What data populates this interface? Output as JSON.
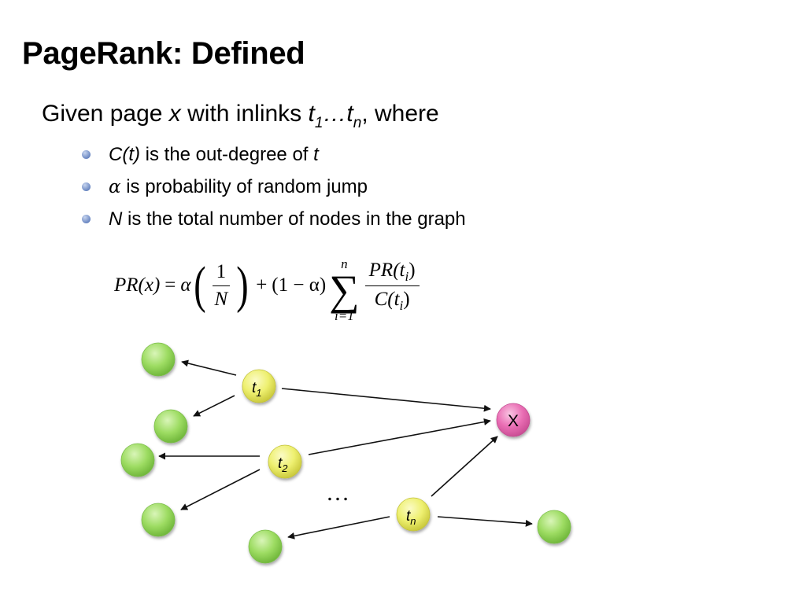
{
  "title": "PageRank: Defined",
  "intro": {
    "prefix": "Given page ",
    "page_var": "x",
    "mid": " with inlinks ",
    "t1": "t",
    "t1_sub": "1",
    "ellipsis": "…",
    "tn": "t",
    "tn_sub": "n",
    "suffix": ", where"
  },
  "bullets": [
    {
      "var": "C(t)",
      "text": " is the out-degree of ",
      "var2": "t"
    },
    {
      "var": "α",
      "text": " is probability of random jump"
    },
    {
      "var": "N",
      "text": " is the total number of nodes in the graph"
    }
  ],
  "formula": {
    "lhs": "PR(x)",
    "eq": "=",
    "alpha": "α",
    "lparen": "(",
    "frac1_num": "1",
    "frac1_den": "N",
    "rparen": ")",
    "plus": "+",
    "one_minus_alpha": "(1 − α)",
    "sum_symbol": "∑",
    "sum_upper": "n",
    "sum_lower": "i=1",
    "frac2_num": "PR(t",
    "frac2_num_sub": "i",
    "frac2_num_close": ")",
    "frac2_den": "C(t",
    "frac2_den_sub": "i",
    "frac2_den_close": ")"
  },
  "graph": {
    "nodes": {
      "t1": {
        "label": "t",
        "sub": "1"
      },
      "t2": {
        "label": "t",
        "sub": "2"
      },
      "tn": {
        "label": "t",
        "sub": "n"
      },
      "x": {
        "label": "X"
      }
    },
    "ellipsis": "…",
    "colors": {
      "green": "#8fd35a",
      "yellow": "#eef070",
      "pink": "#ea6fb5",
      "edge": "#111111"
    }
  }
}
